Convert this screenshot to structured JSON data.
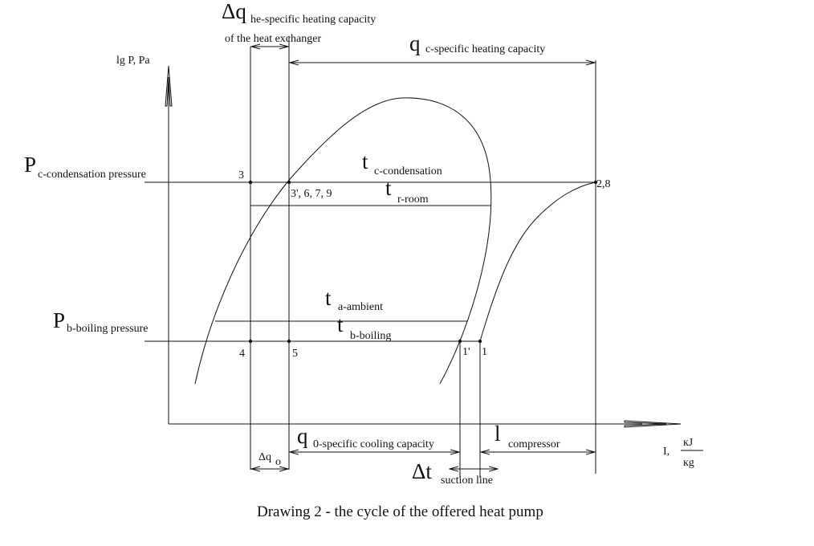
{
  "axes": {
    "y_label": "lg P, Pa",
    "x_label": "I,",
    "x_unit_num": "кJ",
    "x_unit_den": "кg"
  },
  "pressures": {
    "pc_symbol": "P",
    "pc_sub": "c-condensation pressure",
    "pb_symbol": "P",
    "pb_sub": "b-boiling pressure"
  },
  "temperatures": {
    "tc_symbol": "t",
    "tc_sub": "c-condensation",
    "tr_symbol": "t",
    "tr_sub": "r-room",
    "ta_symbol": "t",
    "ta_sub": "a-ambient",
    "tb_symbol": "t",
    "tb_sub": "b-boiling"
  },
  "capacities": {
    "dq_symbol": "Δq",
    "dq_sub": "he-specific heating capacity",
    "dq_line2": "of the heat exchanger",
    "qc_symbol": "q",
    "qc_sub": "c-specific heating capacity",
    "q0_symbol": "q",
    "q0_sub": "0-specific cooling capacity",
    "l_symbol": "l",
    "l_sub": "compressor",
    "dt_symbol": "Δt",
    "dt_sub": "suction line",
    "dqo_symbol": "Δq",
    "dqo_sub": "o"
  },
  "points": {
    "p3": "3",
    "p3p": "3', 6, 7, 9",
    "p28": "2,8",
    "p4": "4",
    "p5": "5",
    "p1p": "1'",
    "p1": "1"
  },
  "caption": "Drawing 2 - the cycle of the offered heat pump"
}
